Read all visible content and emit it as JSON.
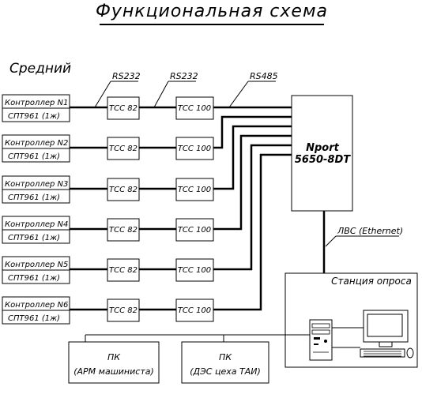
{
  "title": "Функциональная схема",
  "section_label": "Средний",
  "link_labels": {
    "rs232_a": "RS232",
    "rs232_b": "RS232",
    "rs485": "RS485",
    "lan": "ЛВС (Ethernet)"
  },
  "controllers": [
    {
      "name": "Контроллер N1",
      "device": "СПТ961 (1ж)"
    },
    {
      "name": "Контроллер N2",
      "device": "СПТ961 (1ж)"
    },
    {
      "name": "Контроллер N3",
      "device": "СПТ961 (1ж)"
    },
    {
      "name": "Контроллер N4",
      "device": "СПТ961 (1ж)"
    },
    {
      "name": "Контроллер N5",
      "device": "СПТ961 (1ж)"
    },
    {
      "name": "Контроллер N6",
      "device": "СПТ961 (1ж)"
    }
  ],
  "converter_a": "ТСС 82",
  "converter_b": "ТСС 100",
  "nport": {
    "line1": "Nport",
    "line2": "5650-8DT"
  },
  "station": "Станция опроса",
  "pc1": {
    "line1": "ПК",
    "line2": "(АРМ машиниста)"
  },
  "pc2": {
    "line1": "ПК",
    "line2": "(ДЭС цеха ТАИ)"
  }
}
